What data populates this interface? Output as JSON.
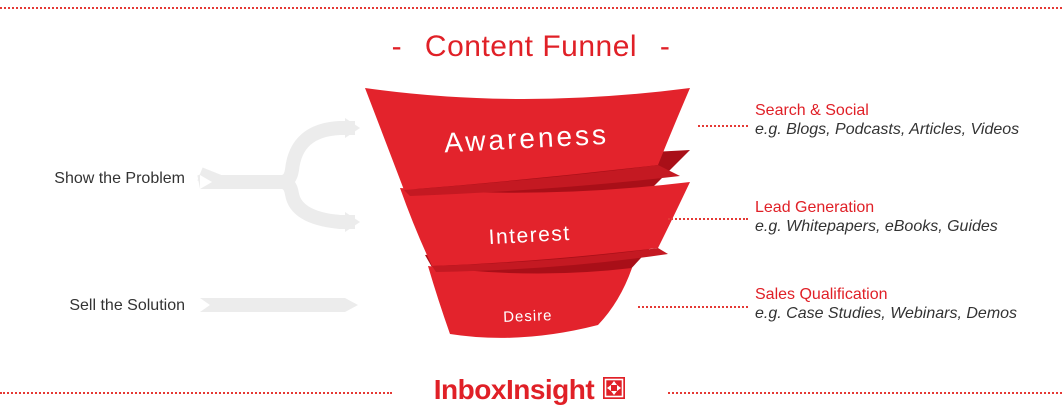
{
  "title": {
    "dash_left": "-",
    "text": "Content Funnel",
    "dash_right": "-"
  },
  "left_labels": [
    {
      "text": "Show the Problem"
    },
    {
      "text": "Sell the Solution"
    }
  ],
  "funnel": {
    "stages": [
      {
        "label": "Awareness"
      },
      {
        "label": "Interest"
      },
      {
        "label": "Desire"
      }
    ]
  },
  "right_blocks": [
    {
      "title": "Search & Social",
      "subtitle": "e.g. Blogs, Podcasts, Articles, Videos"
    },
    {
      "title": "Lead Generation",
      "subtitle": "e.g. Whitepapers, eBooks, Guides"
    },
    {
      "title": "Sales Qualification",
      "subtitle": "e.g. Case Studies, Webinars, Demos"
    }
  ],
  "brand": {
    "name": "InboxInsight",
    "icon": "crosshair-logo-icon"
  },
  "colors": {
    "accent_red": "#e02027",
    "dark_red": "#b5121b",
    "arrow_gray": "#ececec",
    "text_dark": "#333333"
  }
}
